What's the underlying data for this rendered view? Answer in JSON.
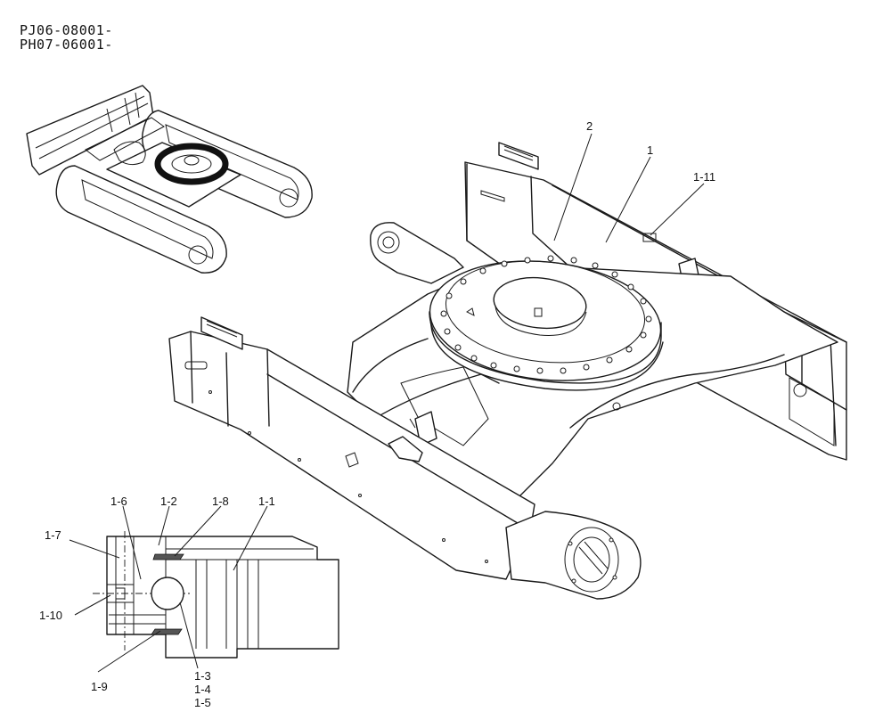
{
  "serials": [
    "PJ06-08001-",
    "PH07-06001-"
  ],
  "callouts": {
    "c2": "2",
    "c1": "1",
    "c1_11": "1-11",
    "c1_6": "1-6",
    "c1_2": "1-2",
    "c1_8": "1-8",
    "c1_1": "1-1",
    "c1_7": "1-7",
    "c1_10": "1-10",
    "c1_9": "1-9",
    "c1_3": "1-3",
    "c1_4": "1-4",
    "c1_5": "1-5"
  }
}
